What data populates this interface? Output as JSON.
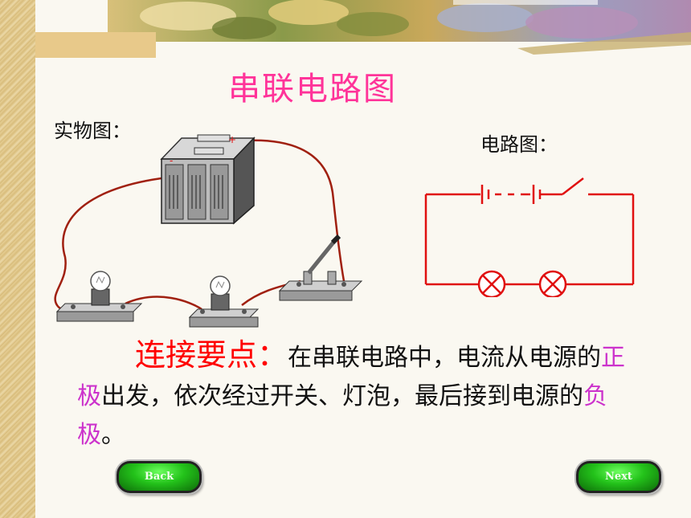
{
  "slide": {
    "title": "串联电路图",
    "physical_label": "实物图：",
    "schematic_label": "电路图：",
    "battery_plus": "+",
    "battery_minus": "-",
    "key_point": {
      "heading": "连接要点：",
      "text_1": "在串联电路中，电流从电源的",
      "highlight_1": "正极",
      "text_2": "出发，依次经过开关、灯泡，最后接到电源的",
      "highlight_2": "负极",
      "text_3": "。"
    }
  },
  "nav": {
    "back_label": "Back",
    "next_label": "Next"
  },
  "colors": {
    "title": "#ff3399",
    "heading": "#ff0000",
    "highlight": "#cc33cc",
    "circuit": "#e01010",
    "wire": "#a02010"
  }
}
